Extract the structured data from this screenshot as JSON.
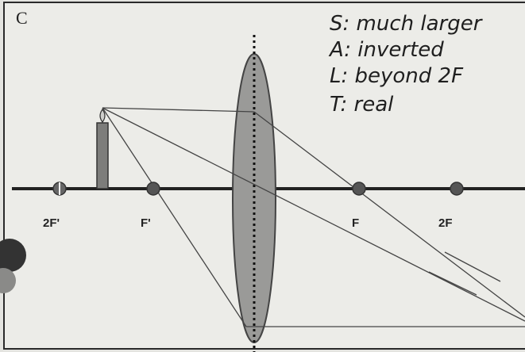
{
  "panel": {
    "letter": "C"
  },
  "axis_labels": {
    "two_f_prime": "2F'",
    "f_prime": "F'",
    "f": "F",
    "two_f": "2F"
  },
  "notes": [
    "S: much larger",
    "A: inverted",
    "L: beyond 2F",
    "T: real"
  ],
  "colors": {
    "paper": "#ecece8",
    "ink": "#222222",
    "lens": "#9a9a98",
    "candle": "#7d7d7b",
    "focal_dot": "#555555"
  }
}
